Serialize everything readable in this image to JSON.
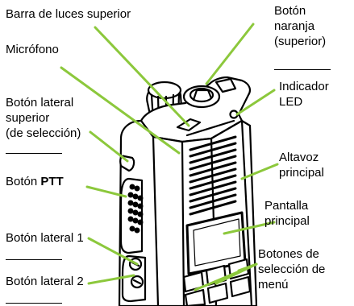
{
  "labels": {
    "top_light_bar": "Barra de luces superior",
    "microphone": "Micrófono",
    "top_side_button_l1": "Botón lateral",
    "top_side_button_l2": "superior",
    "top_side_button_l3": "(de selección)",
    "ptt_prefix": "Botón ",
    "ptt_bold": "PTT",
    "side_button_1": "Botón lateral 1",
    "side_button_2": "Botón lateral 2",
    "orange_button_l1": "Botón",
    "orange_button_l2": "naranja",
    "orange_button_l3": "(superior)",
    "led_l1": "Indicador",
    "led_l2": "LED",
    "speaker_l1": "Altavoz",
    "speaker_l2": "principal",
    "display_l1": "Pantalla",
    "display_l2": "principal",
    "menu_l1": "Botones de",
    "menu_l2": "selección de",
    "menu_l3": "menú"
  },
  "colors": {
    "leader_line": "#8cc83c",
    "radio_body": "#000000",
    "radio_fill": "#ffffff",
    "text": "#000000"
  }
}
